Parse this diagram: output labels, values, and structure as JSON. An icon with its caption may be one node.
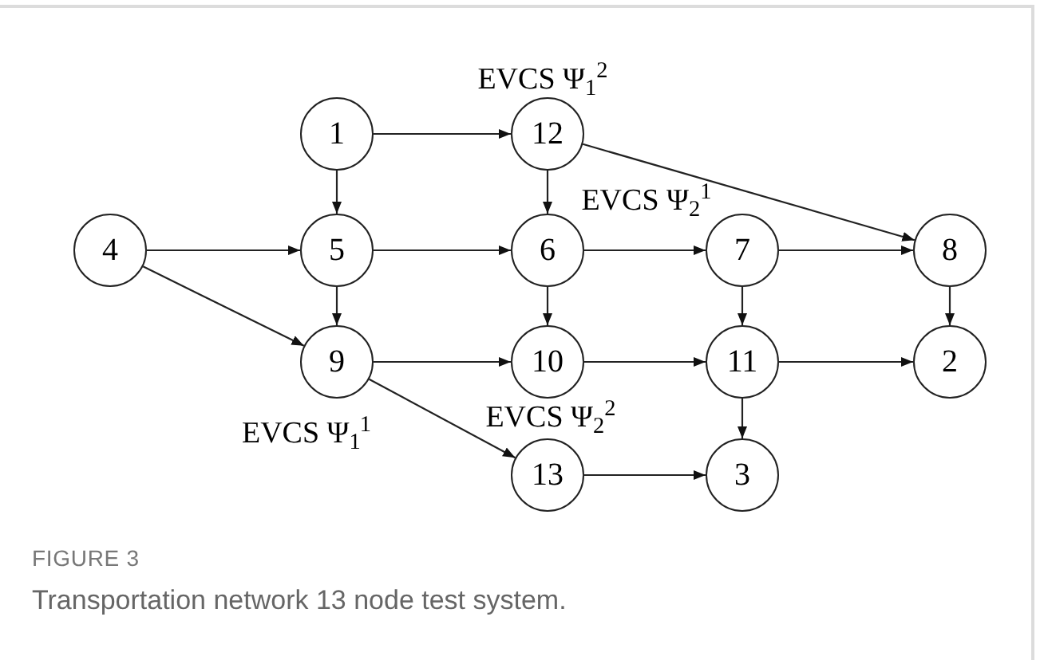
{
  "diagram": {
    "caption": "Transportation network 13 node test system.",
    "nodes": [
      {
        "text": [
          "1"
        ]
      },
      {
        "text": [
          "12"
        ],
        "beside": [
          "EVCS Ψ$_{1}$$^{2}$"
        ]
      },
      {
        "text": [
          "4"
        ]
      },
      {
        "text": [
          "5"
        ]
      },
      {
        "text": [
          "6"
        ]
      },
      {
        "text": [
          "7"
        ],
        "beside": [
          "EVCS Ψ$_{2}$$^{1}$"
        ]
      },
      {
        "text": [
          "8"
        ]
      },
      {
        "text": [
          "9"
        ],
        "beside": [
          "EVCS Ψ$_{1}$$^{1}$"
        ]
      },
      {
        "text": [
          "10"
        ]
      },
      {
        "text": [
          "11"
        ]
      },
      {
        "text": [
          "2"
        ]
      },
      {
        "text": [
          "13"
        ],
        "beside": [
          "EVCS Ψ$_{2}$$^{2}$"
        ]
      },
      {
        "text": [
          "3"
        ]
      }
    ],
    "edges": [
      {
        "from": 0,
        "to": 1,
        "arrow": "to"
      },
      {
        "from": 0,
        "to": 3,
        "arrow": "to"
      },
      {
        "from": 1,
        "to": 4,
        "arrow": "to"
      },
      {
        "from": 1,
        "to": 6,
        "arrow": "to"
      },
      {
        "from": 2,
        "to": 3,
        "arrow": "to"
      },
      {
        "from": 2,
        "to": 7,
        "arrow": "to"
      },
      {
        "from": 3,
        "to": 4,
        "arrow": "to"
      },
      {
        "from": 3,
        "to": 7,
        "arrow": "to"
      },
      {
        "from": 4,
        "to": 5,
        "arrow": "to"
      },
      {
        "from": 4,
        "to": 8,
        "arrow": "to"
      },
      {
        "from": 5,
        "to": 6,
        "arrow": "to"
      },
      {
        "from": 5,
        "to": 9,
        "arrow": "to"
      },
      {
        "from": 6,
        "to": 10,
        "arrow": "to"
      },
      {
        "from": 7,
        "to": 8,
        "arrow": "to"
      },
      {
        "from": 7,
        "to": 11,
        "arrow": "to"
      },
      {
        "from": 8,
        "to": 9,
        "arrow": "to"
      },
      {
        "from": 9,
        "to": 10,
        "arrow": "to"
      },
      {
        "from": 9,
        "to": 12,
        "arrow": "to"
      },
      {
        "from": 11,
        "to": 12,
        "arrow": "to"
      }
    ],
    "labels": [
      "FIGURE 3"
    ]
  }
}
